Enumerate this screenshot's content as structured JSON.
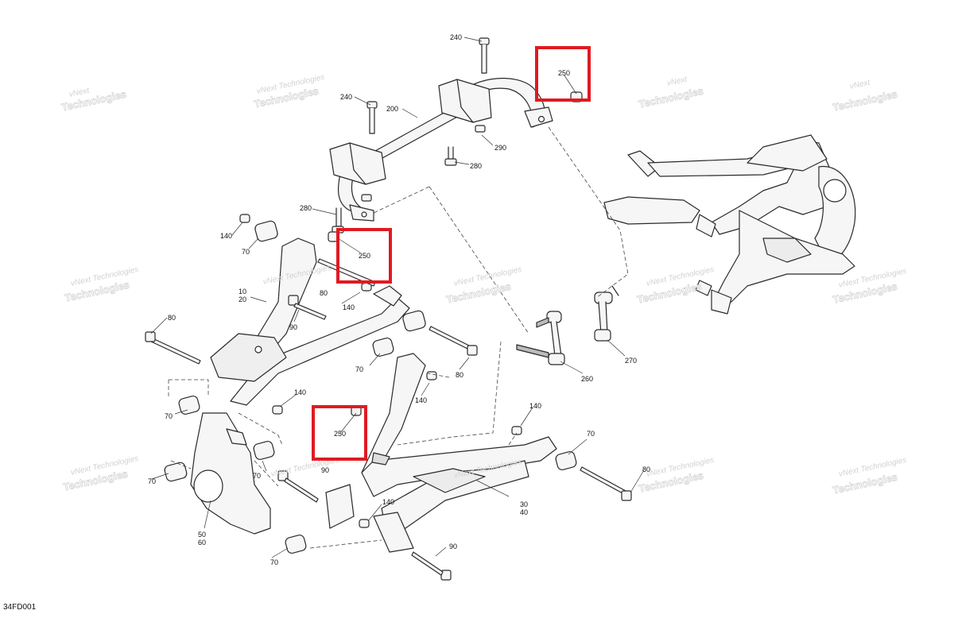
{
  "drawing_code": "34FD001",
  "watermark": {
    "line1": "vNext",
    "line2": "Technologies",
    "line3": "vNext Technologies"
  },
  "callouts": {
    "c240_top": "240",
    "c240_mid": "240",
    "c200": "200",
    "c290": "290",
    "c280_right": "280",
    "c280_left": "280",
    "c140_a": "140",
    "c70_a": "70",
    "c10_20": "10\n20",
    "c80_a": "80",
    "c140_b": "140",
    "c90_a": "90",
    "c80_b": "80",
    "c70_b": "70",
    "c80_c": "80",
    "c140_c": "140",
    "c140_d": "140",
    "c70_c": "70",
    "c70_d": "70",
    "c90_b": "90",
    "c70_e": "70",
    "c50_60": "50\n60",
    "c70_f": "70",
    "c140_e": "140",
    "c140_f": "140",
    "c70_g": "70",
    "c80_d": "80",
    "c30_40": "30\n40",
    "c90_c": "90",
    "c260": "260",
    "c270": "270"
  },
  "highlights": [
    {
      "label": "250"
    },
    {
      "label": "250"
    },
    {
      "label": "250"
    }
  ],
  "colors": {
    "highlight": "#e01a22",
    "line": "#2a2a2a",
    "part_fill": "#f4f4f4"
  }
}
